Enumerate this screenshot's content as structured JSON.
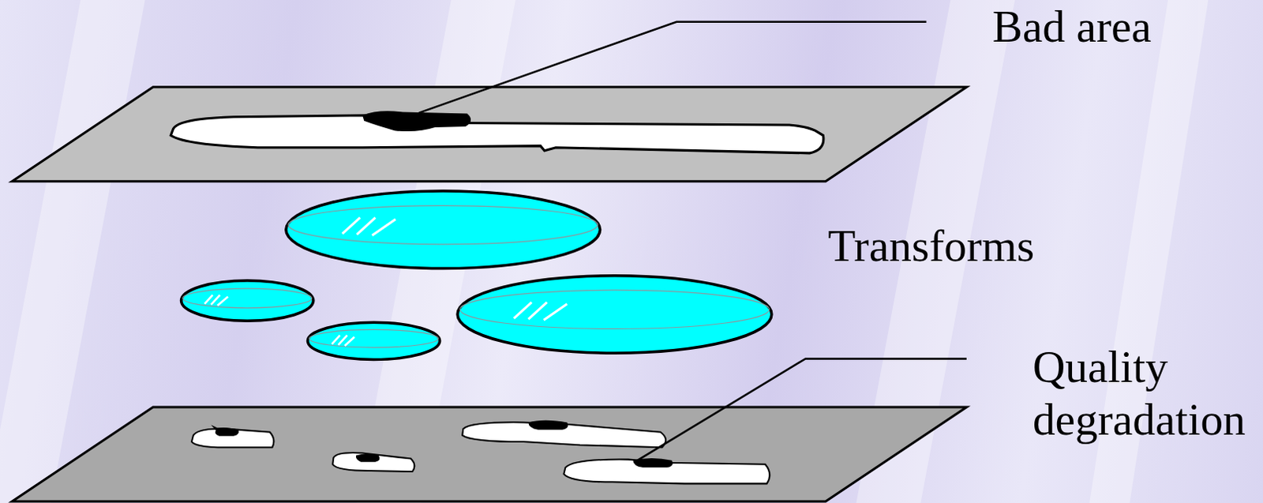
{
  "diagram": {
    "labels": [
      "Bad area",
      "Transforms",
      "Quality degradation"
    ]
  }
}
